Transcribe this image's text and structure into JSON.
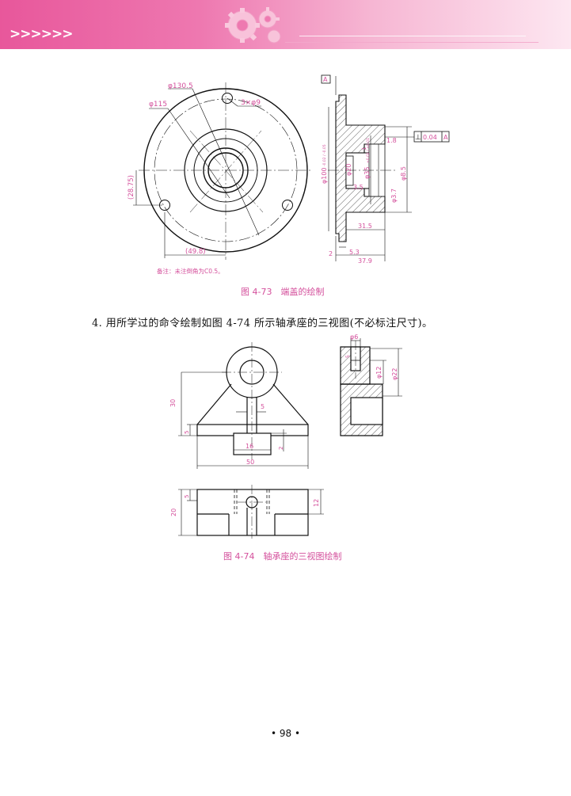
{
  "header": {
    "chevrons": ">>>>>>",
    "colors": {
      "gradient_start": "#e8579b",
      "gradient_end": "#fde7f1",
      "accent": "#d4509c"
    }
  },
  "figure_4_73": {
    "caption": "图 4-73　端盖的绘制",
    "note": "备注：未注倒角为C0.5。",
    "dims": {
      "d130": "φ130.5",
      "d115": "φ115",
      "holes": "3×φ9",
      "h2875": "(28.75)",
      "w498": "(49.8)",
      "datum": "A",
      "gdt_sym": "⊥",
      "gdt_tol": "0.04",
      "gdt_ref": "A",
      "d100": "φ100",
      "d100_tol": "-0.02 / -0.05",
      "d20": "φ20",
      "d35": "φ35",
      "d35_tol": "+0.02 / +0.01",
      "d85": "φ8.5",
      "d37": "φ3.7",
      "len35": "3.5",
      "len18": "1.8",
      "len1": "1",
      "len315": "31.5",
      "len2": "2",
      "len53": "5.3",
      "len379": "37.9"
    }
  },
  "exercise": {
    "text": "4. 用所学过的命令绘制如图 4-74 所示轴承座的三视图(不必标注尺寸)。"
  },
  "figure_4_74": {
    "caption": "图 4-74　轴承座的三视图绘制",
    "dims": {
      "d6": "φ6",
      "d12": "φ12",
      "d22": "φ22",
      "v30": "30",
      "v5": "5",
      "h5": "5",
      "v2": "2",
      "w16": "16",
      "w50": "50",
      "t20": "20",
      "t5": "5",
      "t12": "12",
      "side5": "5"
    }
  },
  "footer": {
    "page_number": "• 98 •"
  }
}
